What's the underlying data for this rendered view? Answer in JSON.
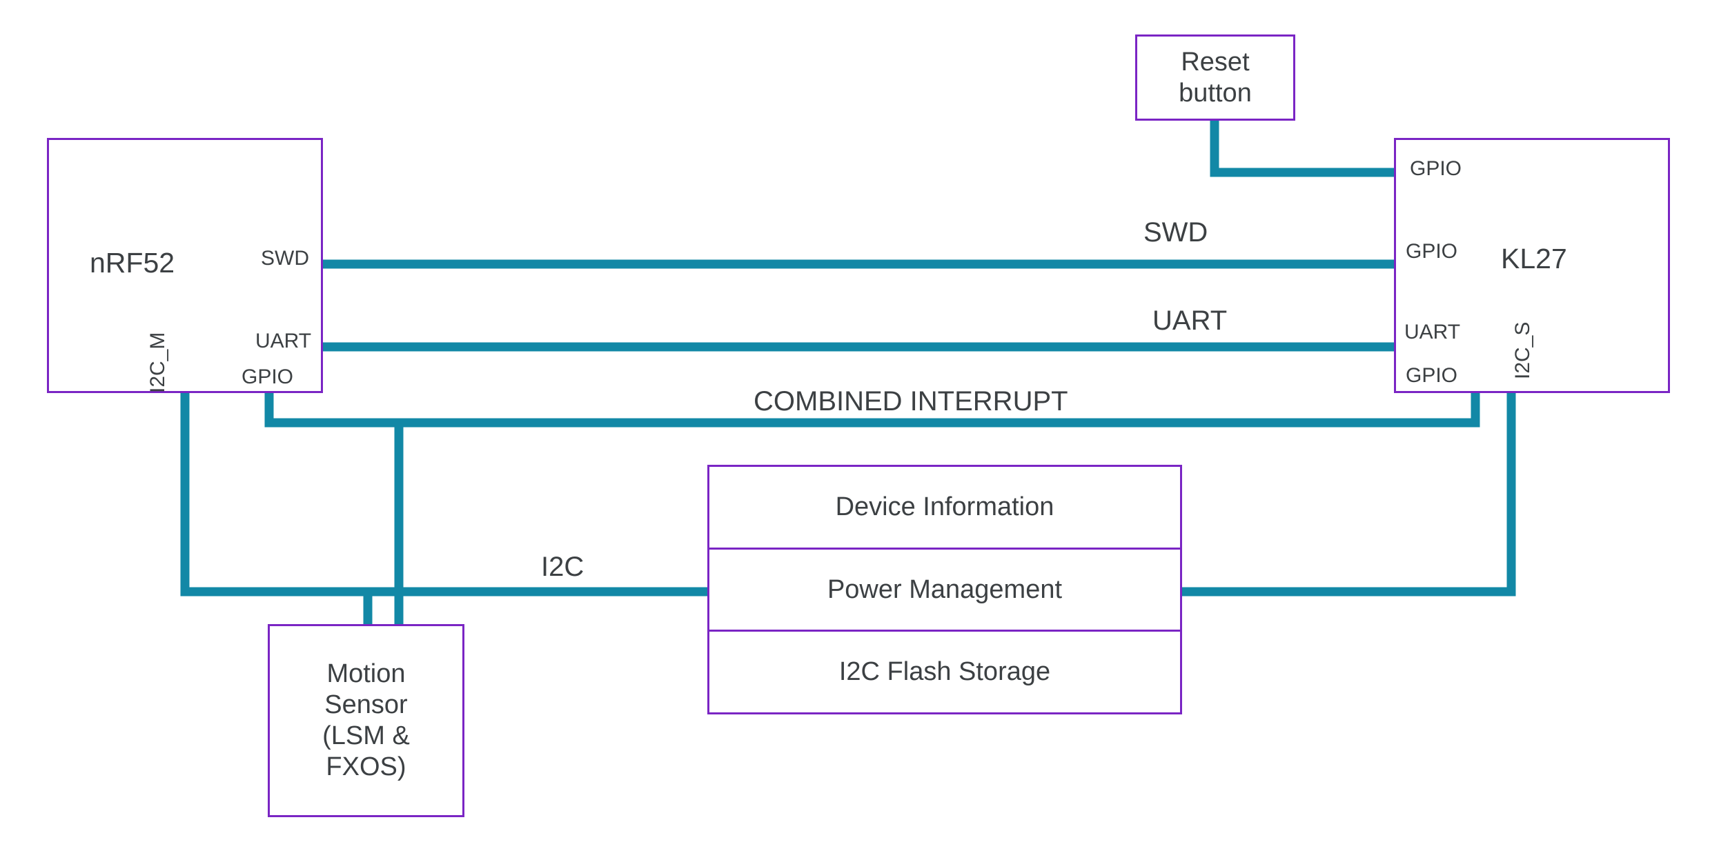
{
  "diagram": {
    "title": "nRF52 / KL27 board block diagram",
    "colors": {
      "block_border": "#7A25C4",
      "wire": "#1288A6",
      "text": "#3c4043",
      "background": "#ffffff"
    }
  },
  "blocks": {
    "nrf52": {
      "name": "nRF52",
      "ports": {
        "swd": "SWD",
        "uart": "UART",
        "gpio": "GPIO",
        "i2c_m": "I2C_M"
      }
    },
    "kl27": {
      "name": "KL27",
      "ports": {
        "gpio_reset": "GPIO",
        "gpio_swd": "GPIO",
        "uart": "UART",
        "gpio_interrupt": "GPIO",
        "i2c_s": "I2C_S"
      }
    },
    "reset_button": {
      "label": "Reset\nbutton"
    },
    "motion_sensor": {
      "label": "Motion\nSensor\n(LSM &\nFXOS)"
    },
    "peripheral_stack": {
      "rows": [
        {
          "label": "Device Information"
        },
        {
          "label": "Power Management"
        },
        {
          "label": "I2C Flash Storage"
        }
      ]
    }
  },
  "wire_labels": {
    "swd": "SWD",
    "uart": "UART",
    "combined_interrupt": "COMBINED INTERRUPT",
    "i2c": "I2C"
  },
  "connections": [
    {
      "name": "reset-to-kl27-gpio",
      "from": "reset_button",
      "to": "kl27.gpio_reset",
      "label": ""
    },
    {
      "name": "swd-link",
      "from": "nrf52.swd",
      "to": "kl27.gpio_swd",
      "label": "SWD"
    },
    {
      "name": "uart-link",
      "from": "nrf52.uart",
      "to": "kl27.uart",
      "label": "UART"
    },
    {
      "name": "combined-interrupt-link",
      "from": "nrf52.gpio",
      "to": "kl27.gpio_interrupt",
      "label": "COMBINED INTERRUPT"
    },
    {
      "name": "i2c-bus",
      "from": "nrf52.i2c_m",
      "to": "kl27.i2c_s",
      "label": "I2C"
    },
    {
      "name": "i2c-motion-sensor-stub",
      "from": "i2c-bus",
      "to": "motion_sensor",
      "label": ""
    },
    {
      "name": "i2c-peripheral-stack-stub",
      "from": "i2c-bus",
      "to": "peripheral_stack.power_management",
      "label": ""
    },
    {
      "name": "gpio-interrupt-motion-sensor-stub",
      "from": "nrf52.gpio",
      "to": "motion_sensor",
      "label": ""
    }
  ]
}
